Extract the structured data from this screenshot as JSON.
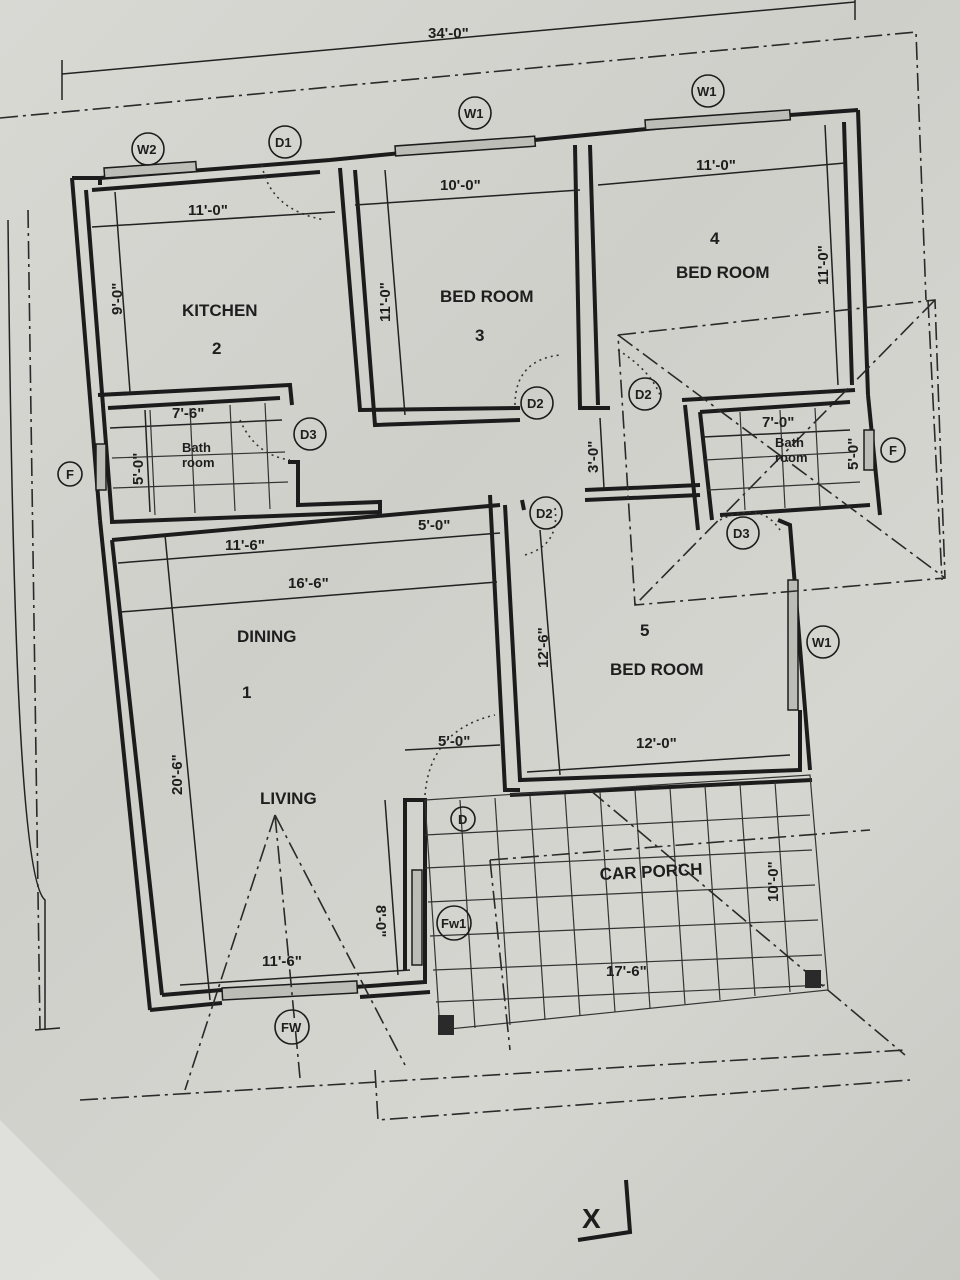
{
  "plan": {
    "overall_width": "34'-0\"",
    "north_marker": "X",
    "rooms": [
      {
        "id": "dining",
        "name": "DINING",
        "number": "1",
        "width": "16'-6\"",
        "length": "20'-6\""
      },
      {
        "id": "living",
        "name": "LIVING"
      },
      {
        "id": "kitchen",
        "name": "KITCHEN",
        "number": "2",
        "width": "11'-0\"",
        "length": "9'-0\""
      },
      {
        "id": "bed3",
        "name": "BED ROOM",
        "number": "3",
        "width": "10'-0\"",
        "length": "11'-0\""
      },
      {
        "id": "bed4",
        "name": "BED ROOM",
        "number": "4",
        "width": "11'-0\"",
        "length": "11'-0\""
      },
      {
        "id": "bed5",
        "name": "BED ROOM",
        "number": "5",
        "width": "12'-0\"",
        "length": "12'-6\""
      },
      {
        "id": "bath1",
        "name_line1": "Bath",
        "name_line2": "room",
        "width": "7'-6\"",
        "length": "5'-0\""
      },
      {
        "id": "bath2",
        "name_line1": "Bath",
        "name_line2": "room",
        "width": "7'-0\"",
        "length": "5'-0\""
      },
      {
        "id": "porch",
        "name": "CAR PORCH",
        "width": "17'-6\"",
        "length": "10'-0\""
      }
    ],
    "dimensions": {
      "dining_top_left": "11'-6\"",
      "dining_top_right": "5'-0\"",
      "entry_door": "5'-0\"",
      "living_bottom": "11'-6\"",
      "living_side": "8'-0\"",
      "passage": "3'-0\""
    },
    "tags": {
      "w1": "W1",
      "w2": "W2",
      "d1": "D1",
      "d2": "D2",
      "d3": "D3",
      "d": "D",
      "f": "F",
      "fw": "FW",
      "fw1": "Fw1"
    }
  }
}
